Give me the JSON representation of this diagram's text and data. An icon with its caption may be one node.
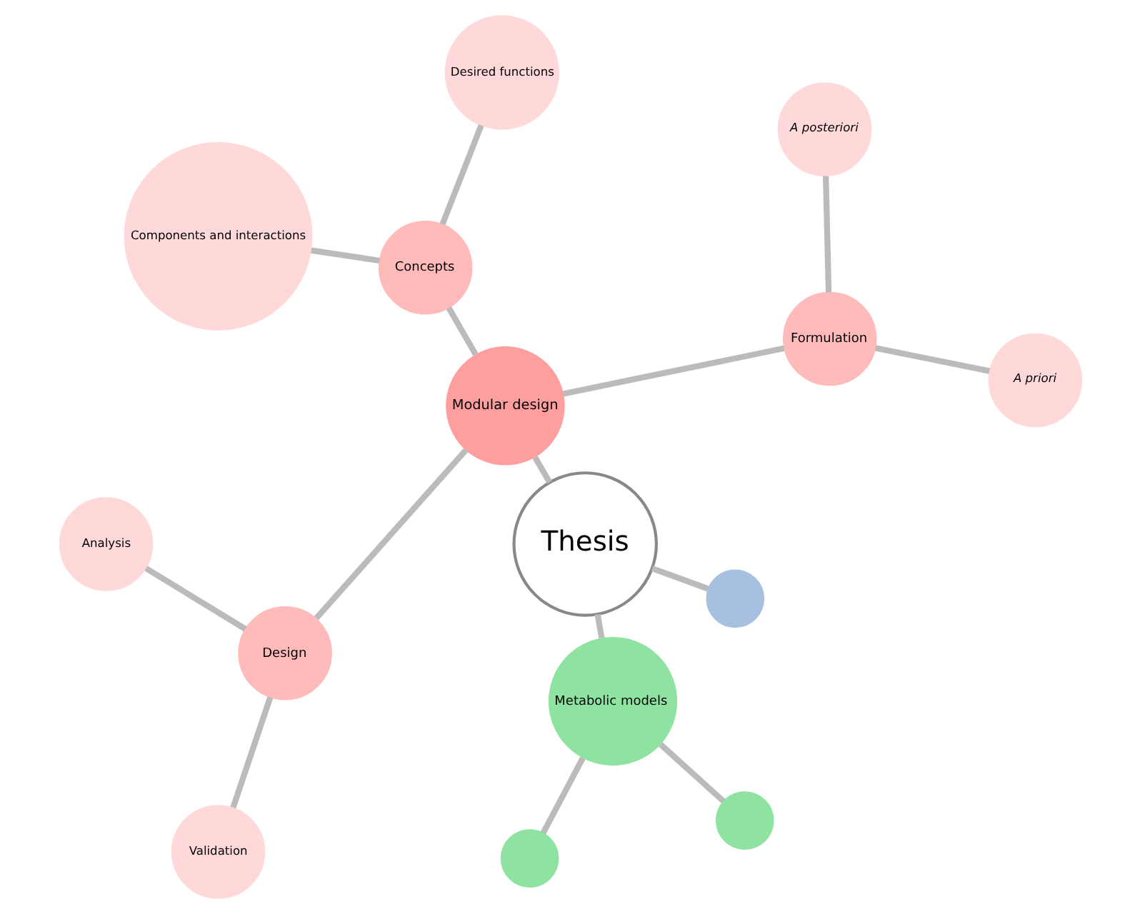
{
  "diagram": {
    "nodes": [
      {
        "text": [
          "Thesis"
        ]
      },
      {
        "text": [
          "Modular design"
        ]
      },
      {
        "text": [
          "Formulation"
        ]
      },
      {
        "text": [
          "A priori"
        ]
      },
      {
        "text": [
          "A posteriori"
        ]
      },
      {
        "text": [
          "Concepts"
        ]
      },
      {
        "text": [
          "Desired functions"
        ]
      },
      {
        "text": [
          "Components and interactions"
        ]
      },
      {
        "text": [
          "Design"
        ]
      },
      {
        "text": [
          "Analysis"
        ]
      },
      {
        "text": [
          "Validation"
        ]
      },
      {
        "text": [
          "Metabolic models"
        ]
      },
      {
        "text": [],
        "shape": "circle"
      },
      {
        "text": [],
        "shape": "circle"
      },
      {
        "text": [],
        "shape": "circle"
      }
    ],
    "edges": [
      {
        "from": 0,
        "to": 1,
        "arrow": "none"
      },
      {
        "from": 1,
        "to": 2,
        "arrow": "none"
      },
      {
        "from": 2,
        "to": 3,
        "arrow": "none"
      },
      {
        "from": 2,
        "to": 4,
        "arrow": "none"
      },
      {
        "from": 1,
        "to": 5,
        "arrow": "none"
      },
      {
        "from": 5,
        "to": 6,
        "arrow": "none"
      },
      {
        "from": 5,
        "to": 7,
        "arrow": "none"
      },
      {
        "from": 1,
        "to": 8,
        "arrow": "none"
      },
      {
        "from": 8,
        "to": 9,
        "arrow": "none"
      },
      {
        "from": 8,
        "to": 10,
        "arrow": "none"
      },
      {
        "from": 0,
        "to": 11,
        "arrow": "none"
      },
      {
        "from": 11,
        "to": 12,
        "arrow": "none"
      },
      {
        "from": 11,
        "to": 13,
        "arrow": "none"
      },
      {
        "from": 0,
        "to": 14,
        "arrow": "none"
      }
    ]
  }
}
